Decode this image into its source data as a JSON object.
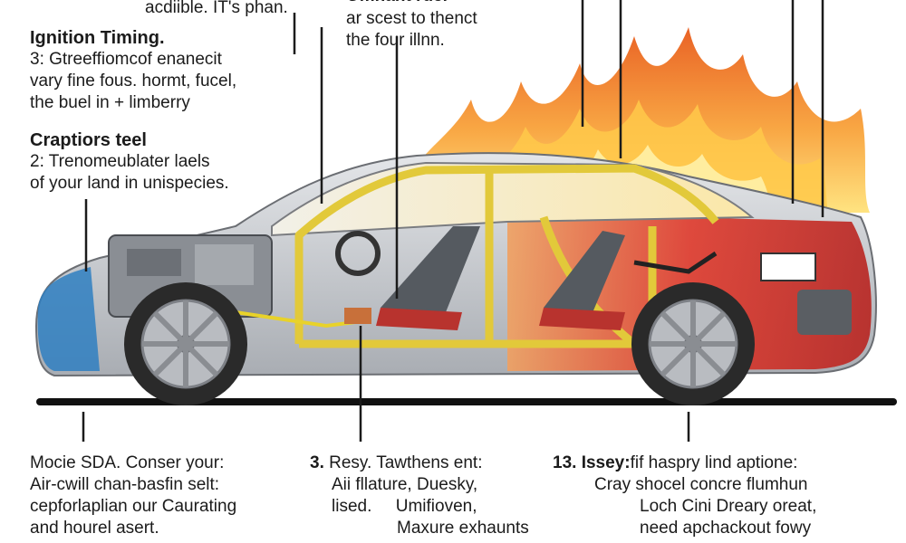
{
  "top_left_partial": "acdiible. IT's phan.",
  "top_center_partial": "Omnant ruel",
  "top_center_line2": "ar scest to thenct",
  "top_center_line3": "the four illnn.",
  "ignition": {
    "heading": "Ignition Timing.",
    "lines": [
      "3: Gtreeffiomcof enanecit",
      "vary fine fous. hormt, fucel,",
      "the buel in + limberry"
    ]
  },
  "craptiors": {
    "heading": "Craptiors teel",
    "lines": [
      "2: Trenomeublater laels",
      "of your land in unispecies."
    ]
  },
  "bottom_left": {
    "lines": [
      "Mocie SDA. Conser your:",
      "Air-cwill chan-basfin selt:",
      "cepforlaplian our Caurating",
      "and hourel asert."
    ]
  },
  "bottom_center": {
    "number": "3.",
    "lines": [
      "Resy. Tawthens ent:",
      "Aii fllature, Duesky,",
      "lised.     Umifioven,",
      "Maxure exhaunts"
    ]
  },
  "bottom_right": {
    "number": "13.",
    "lead": "Issey:",
    "first": "fif haspry lind aptione:",
    "lines": [
      "Cray shocel concre flumhun",
      "Loch Cini Dreary oreat,",
      "need apchackout fowy"
    ]
  },
  "colors": {
    "body_gray": "#c9ccd0",
    "frame_yellow": "#e2c93a",
    "rear_red": "#d8302a",
    "flame_orange": "#f58a1f",
    "flame_yellow": "#ffd54a",
    "wheel_dark": "#2a2a2a",
    "rim_silver": "#b9bcc1",
    "front_blue": "#2f7fc1"
  }
}
